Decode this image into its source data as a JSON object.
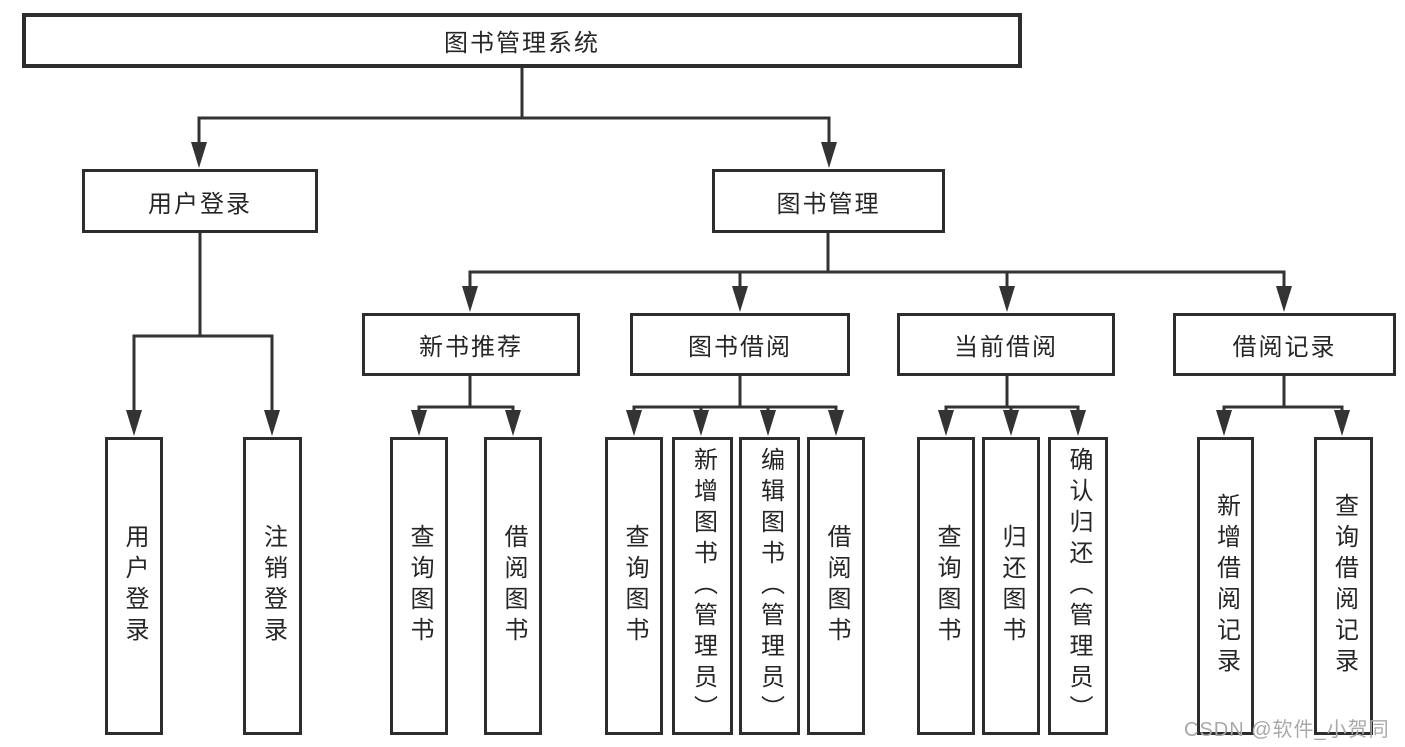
{
  "diagram": {
    "root": {
      "label": "图书管理系统"
    },
    "branches": [
      {
        "label": "用户登录",
        "children": [
          {
            "label": "用户登录"
          },
          {
            "label": "注销登录"
          }
        ]
      },
      {
        "label": "图书管理",
        "children": [
          {
            "label": "新书推荐",
            "children": [
              {
                "label": "查询图书"
              },
              {
                "label": "借阅图书"
              }
            ]
          },
          {
            "label": "图书借阅",
            "children": [
              {
                "label": "查询图书"
              },
              {
                "label": "新增图书（管理员）"
              },
              {
                "label": "编辑图书（管理员）"
              },
              {
                "label": "借阅图书"
              }
            ]
          },
          {
            "label": "当前借阅",
            "children": [
              {
                "label": "查询图书"
              },
              {
                "label": "归还图书"
              },
              {
                "label": "确认归还（管理员）"
              }
            ]
          },
          {
            "label": "借阅记录",
            "children": [
              {
                "label": "新增借阅记录"
              },
              {
                "label": "查询借阅记录"
              }
            ]
          }
        ]
      }
    ]
  },
  "watermark": {
    "text": "CSDN @软件_小贺同学"
  },
  "colors": {
    "line": "#333333",
    "border": "#2d2d2d",
    "text": "#262626",
    "watermark": "#a9a9a9",
    "background": "#ffffff"
  }
}
